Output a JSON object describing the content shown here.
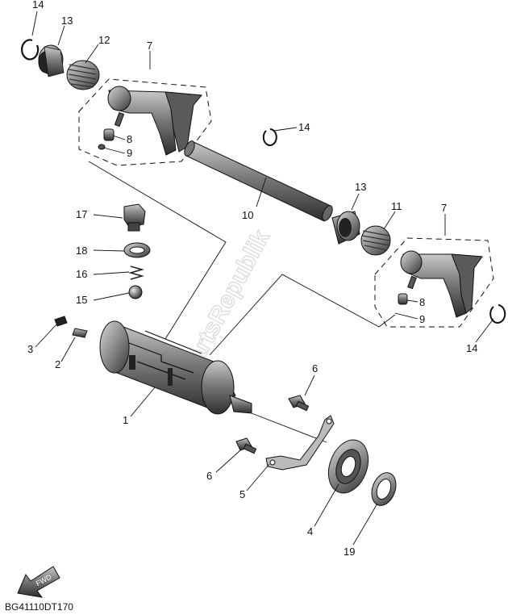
{
  "diagram": {
    "code": "BG41110DT170",
    "watermark": "PartsRepublik",
    "fwd_label": "FWD",
    "labels": [
      {
        "id": "p14a",
        "text": "14"
      },
      {
        "id": "p13a",
        "text": "13"
      },
      {
        "id": "p12",
        "text": "12"
      },
      {
        "id": "p7a",
        "text": "7"
      },
      {
        "id": "p8a",
        "text": "8"
      },
      {
        "id": "p9a",
        "text": "9"
      },
      {
        "id": "p14b",
        "text": "14"
      },
      {
        "id": "p10",
        "text": "10"
      },
      {
        "id": "p13b",
        "text": "13"
      },
      {
        "id": "p11",
        "text": "11"
      },
      {
        "id": "p7b",
        "text": "7"
      },
      {
        "id": "p8b",
        "text": "8"
      },
      {
        "id": "p9b",
        "text": "9"
      },
      {
        "id": "p14c",
        "text": "14"
      },
      {
        "id": "p17",
        "text": "17"
      },
      {
        "id": "p18",
        "text": "18"
      },
      {
        "id": "p16",
        "text": "16"
      },
      {
        "id": "p15",
        "text": "15"
      },
      {
        "id": "p3",
        "text": "3"
      },
      {
        "id": "p2",
        "text": "2"
      },
      {
        "id": "p1",
        "text": "1"
      },
      {
        "id": "p6a",
        "text": "6"
      },
      {
        "id": "p6b",
        "text": "6"
      },
      {
        "id": "p5",
        "text": "5"
      },
      {
        "id": "p4",
        "text": "4"
      },
      {
        "id": "p19",
        "text": "19"
      }
    ]
  }
}
